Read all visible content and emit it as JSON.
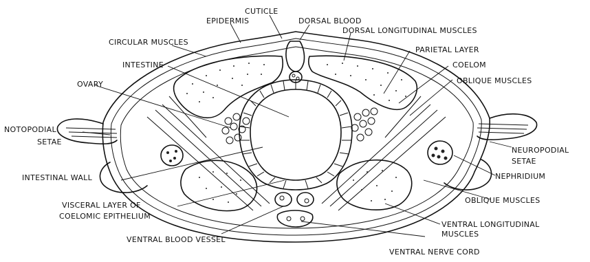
{
  "labels": {
    "cuticle": "CUTICLE",
    "epidermis": "EPIDERMIS",
    "dorsal_blood": "DORSAL BLOOD",
    "dorsal_longitudinal": "DORSAL LONGITUDINAL  MUSCLES",
    "circular_muscles": "CIRCULAR MUSCLES",
    "parietal_layer": "PARIETAL LAYER",
    "intestine": "INTESTINE",
    "coelom": "COELOM",
    "ovary": "OVARY",
    "oblique_muscles_top": "OBLIQUE MUSCLES",
    "notopodial_line1": "NOTOPODIAL",
    "notopodial_line2": "SETAE",
    "neuropodial_line1": "NEUROPODIAL",
    "neuropodial_line2": "SETAE",
    "intestinal_wall": "INTESTINAL WALL",
    "nephridium": "NEPHRIDIUM",
    "oblique_muscles_bottom": "OBLIQUE MUSCLES",
    "visceral_line1": "VISCERAL LAYER OF",
    "visceral_line2": "COELOMIC EPITHELIUM",
    "ventral_longitudinal_line1": "VENTRAL  LONGITUDINAL",
    "ventral_longitudinal_line2": "MUSCLES",
    "ventral_blood_vessel": "VENTRAL BLOOD VESSEL",
    "ventral_nerve_cord": "VENTRAL NERVE CORD"
  }
}
